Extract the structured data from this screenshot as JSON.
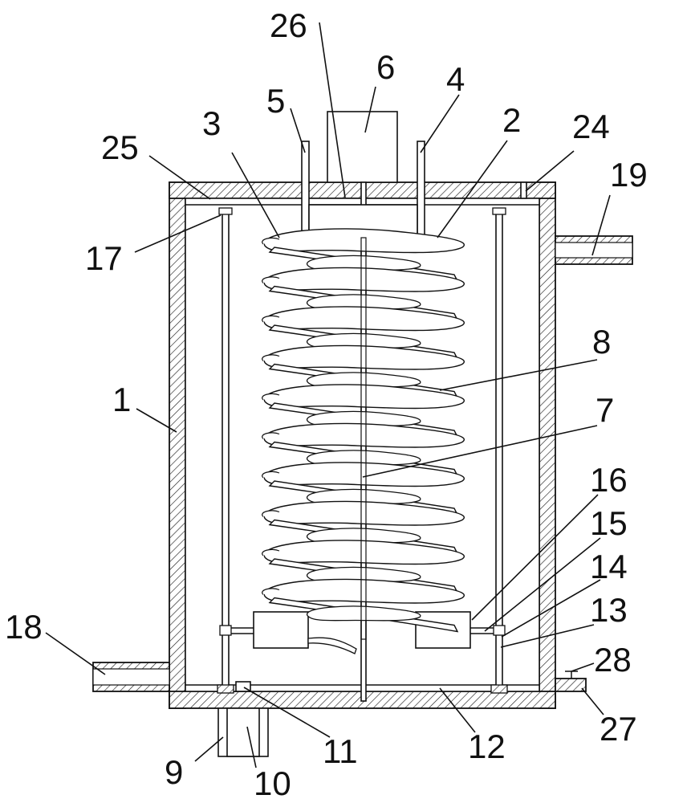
{
  "diagram": {
    "labels": [
      {
        "id": "label-1",
        "text": "1"
      },
      {
        "id": "label-2",
        "text": "2"
      },
      {
        "id": "label-3",
        "text": "3"
      },
      {
        "id": "label-4",
        "text": "4"
      },
      {
        "id": "label-5",
        "text": "5"
      },
      {
        "id": "label-6",
        "text": "6"
      },
      {
        "id": "label-7",
        "text": "7"
      },
      {
        "id": "label-8",
        "text": "8"
      },
      {
        "id": "label-9",
        "text": "9"
      },
      {
        "id": "label-10",
        "text": "10"
      },
      {
        "id": "label-11",
        "text": "11"
      },
      {
        "id": "label-12",
        "text": "12"
      },
      {
        "id": "label-13",
        "text": "13"
      },
      {
        "id": "label-14",
        "text": "14"
      },
      {
        "id": "label-15",
        "text": "15"
      },
      {
        "id": "label-16",
        "text": "16"
      },
      {
        "id": "label-17",
        "text": "17"
      },
      {
        "id": "label-18",
        "text": "18"
      },
      {
        "id": "label-19",
        "text": "19"
      },
      {
        "id": "label-24",
        "text": "24"
      },
      {
        "id": "label-25",
        "text": "25"
      },
      {
        "id": "label-26",
        "text": "26"
      },
      {
        "id": "label-27",
        "text": "27"
      },
      {
        "id": "label-28",
        "text": "28"
      }
    ],
    "colors": {
      "line": "#111111",
      "background": "#ffffff"
    }
  }
}
